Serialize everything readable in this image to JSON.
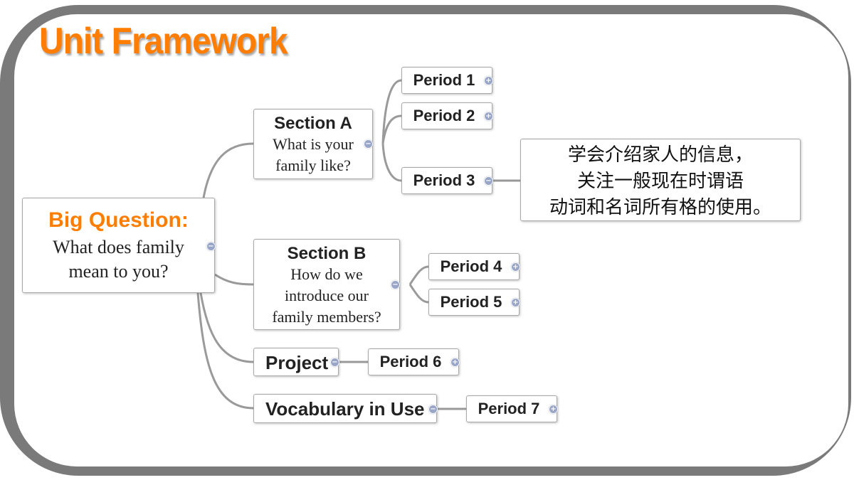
{
  "title": "Unit Framework",
  "colors": {
    "title": "#ff7d00",
    "big_question": "#ff7d00",
    "connector": "#9a9a9a",
    "toggle": "#9aa6c8"
  },
  "root": {
    "heading": "Big Question:",
    "line1": "What does family",
    "line2": "mean to you?"
  },
  "section_a": {
    "heading": "Section A",
    "line1": "What is your",
    "line2": "family like?"
  },
  "section_b": {
    "heading": "Section B",
    "line1": "How do we",
    "line2": "introduce our",
    "line3": "family members?"
  },
  "project": {
    "label": "Project"
  },
  "vocab": {
    "label": "Vocabulary in Use"
  },
  "periods": [
    "Period 1",
    "Period 2",
    "Period 3",
    "Period 4",
    "Period 5",
    "Period 6",
    "Period 7"
  ],
  "note": {
    "line1": "学会介绍家人的信息，",
    "line2": "关注一般现在时谓语",
    "line3": "动词和名词所有格的使用。"
  },
  "icons": {
    "collapse": "minus-icon",
    "expand": "plus-icon"
  }
}
